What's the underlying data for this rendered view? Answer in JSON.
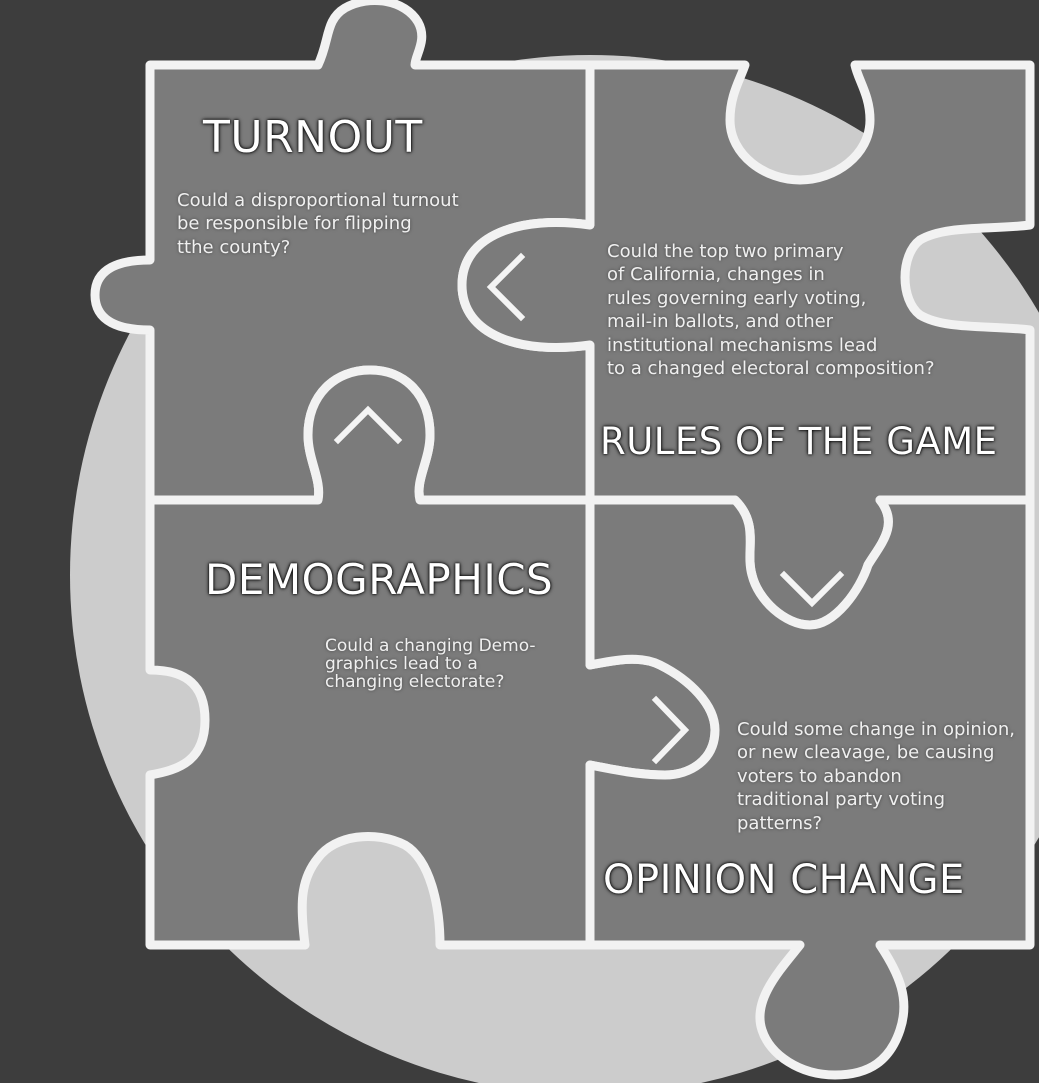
{
  "colors": {
    "background": "#3d3d3d",
    "circle": "#cccccc",
    "piece": "#7b7b7b",
    "outline": "#f2f2f2",
    "text": "#ffffff"
  },
  "pieces": {
    "turnout": {
      "title": "TURNOUT",
      "description": "Could a disproportional turnout\nbe responsible for flipping\ntthe county?"
    },
    "rules_of_the_game": {
      "title": "RULES OF THE GAME",
      "description": "Could the top two primary\nof California, changes in\nrules governing early voting,\nmail-in ballots, and other\ninstitutional mechanisms lead\nto a changed electoral composition?"
    },
    "demographics": {
      "title": "DEMOGRAPHICS",
      "description": "Could a changing Demo-\ngraphics lead to a\nchanging electorate?"
    },
    "opinion_change": {
      "title": "OPINION CHANGE",
      "description": "Could some change in opinion,\nor new cleavage, be causing\nvoters to abandon\ntraditional party voting\npatterns?"
    }
  },
  "icons": [
    "chevron-left-icon",
    "chevron-up-icon",
    "chevron-down-icon",
    "chevron-right-icon"
  ]
}
